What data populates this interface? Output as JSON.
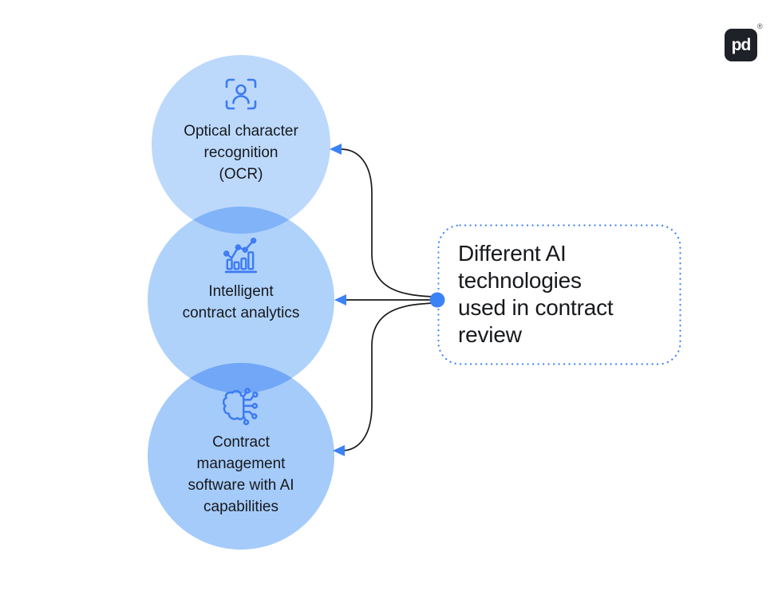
{
  "brand": {
    "logo_text": "pd",
    "registered_mark": "®"
  },
  "callout": {
    "lines": [
      "Different AI",
      "technologies",
      "used in contract",
      "review"
    ]
  },
  "nodes": [
    {
      "id": "ocr",
      "icon": "face-scan-icon",
      "lines": [
        "Optical character",
        "recognition",
        "(OCR)"
      ]
    },
    {
      "id": "analytics",
      "icon": "bar-chart-trend-icon",
      "lines": [
        "Intelligent",
        "contract analytics"
      ]
    },
    {
      "id": "ai-software",
      "icon": "brain-circuit-icon",
      "lines": [
        "Contract",
        "management",
        "software with AI",
        "capabilities"
      ]
    }
  ],
  "colors": {
    "accent_blue": "#3B82F6",
    "icon_blue": "#3D7BF2",
    "circle1_fill": "#BCD9FC",
    "circle2_fill": "#AFD2FB",
    "circle3_fill": "#A5CBFA",
    "arrow_line": "#1A1A1A",
    "text_dark": "#17191C",
    "logo_bg": "#1E2127",
    "canvas_bg": "#FFFFFF"
  }
}
